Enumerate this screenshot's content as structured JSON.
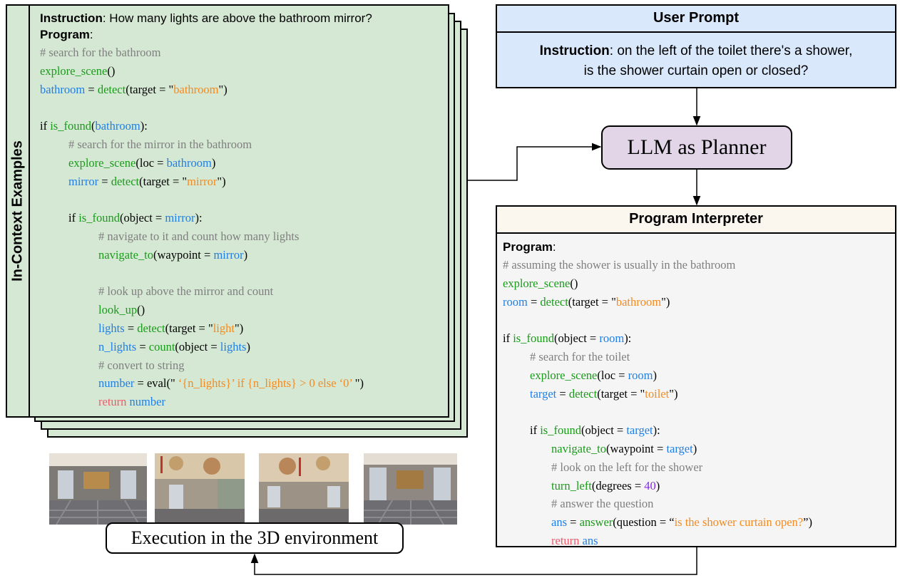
{
  "user_prompt": {
    "title": "User Prompt",
    "instruction_label": "Instruction",
    "instruction_text_line1": ": on the left of the toilet there's a shower,",
    "instruction_text_line2": "is the shower curtain open or closed?"
  },
  "planner": {
    "label": "LLM as Planner"
  },
  "in_context": {
    "side_label": "In-Context Examples",
    "instruction_label": "Instruction",
    "instruction_text": ": How many lights are above the bathroom mirror?",
    "program_label": "Program",
    "program_colon": ":",
    "lines": [
      {
        "segs": [
          [
            "c-cm",
            "# search for the bathroom"
          ]
        ]
      },
      {
        "segs": [
          [
            "c-fn",
            "explore_scene"
          ],
          [
            "c-blk",
            "()"
          ]
        ]
      },
      {
        "segs": [
          [
            "c-var",
            "bathroom"
          ],
          [
            "c-blk",
            " = "
          ],
          [
            "c-fn",
            "detect"
          ],
          [
            "c-blk",
            "(target = \""
          ],
          [
            "c-str",
            "bathroom"
          ],
          [
            "c-blk",
            "\")"
          ]
        ]
      },
      {
        "segs": []
      },
      {
        "segs": [
          [
            "c-blk",
            "if "
          ],
          [
            "c-fn",
            "is_found"
          ],
          [
            "c-blk",
            "("
          ],
          [
            "c-var",
            "bathroom"
          ],
          [
            "c-blk",
            "):"
          ]
        ]
      },
      {
        "segs": [
          [
            "c-cm",
            "# search for the mirror in the bathroom"
          ]
        ]
      },
      {
        "segs": [
          [
            "c-fn",
            "explore_scene"
          ],
          [
            "c-blk",
            "(loc = "
          ],
          [
            "c-var",
            "bathroom"
          ],
          [
            "c-blk",
            ")"
          ]
        ]
      },
      {
        "segs": [
          [
            "c-var",
            "mirror"
          ],
          [
            "c-blk",
            " = "
          ],
          [
            "c-fn",
            "detect"
          ],
          [
            "c-blk",
            "(target = \""
          ],
          [
            "c-str",
            "mirror"
          ],
          [
            "c-blk",
            "\")"
          ]
        ]
      },
      {
        "segs": []
      },
      {
        "segs": [
          [
            "c-blk",
            "if "
          ],
          [
            "c-fn",
            "is_found"
          ],
          [
            "c-blk",
            "(object = "
          ],
          [
            "c-var",
            "mirror"
          ],
          [
            "c-blk",
            "):"
          ]
        ]
      },
      {
        "segs": [
          [
            "c-cm",
            "# navigate to it and count how many lights"
          ]
        ]
      },
      {
        "segs": [
          [
            "c-fn",
            "navigate_to"
          ],
          [
            "c-blk",
            "(waypoint = "
          ],
          [
            "c-var",
            "mirror"
          ],
          [
            "c-blk",
            ")"
          ]
        ]
      },
      {
        "segs": []
      },
      {
        "segs": [
          [
            "c-cm",
            "# look up above the mirror and count"
          ]
        ]
      },
      {
        "segs": [
          [
            "c-fn",
            "look_up"
          ],
          [
            "c-blk",
            "()"
          ]
        ]
      },
      {
        "segs": [
          [
            "c-var",
            "lights"
          ],
          [
            "c-blk",
            " = "
          ],
          [
            "c-fn",
            "detect"
          ],
          [
            "c-blk",
            "(target = \""
          ],
          [
            "c-str",
            "light"
          ],
          [
            "c-blk",
            "\")"
          ]
        ]
      },
      {
        "segs": [
          [
            "c-var",
            "n_lights"
          ],
          [
            "c-blk",
            " = "
          ],
          [
            "c-fn",
            "count"
          ],
          [
            "c-blk",
            "(object = "
          ],
          [
            "c-var",
            "lights"
          ],
          [
            "c-blk",
            ")"
          ]
        ]
      },
      {
        "segs": [
          [
            "c-cm",
            "# convert to string"
          ]
        ]
      },
      {
        "segs": [
          [
            "c-var",
            "number"
          ],
          [
            "c-blk",
            " = eval(\" "
          ],
          [
            "c-str",
            "‘{n_lights}’ if {n_lights} > 0 else ‘0’ "
          ],
          [
            "c-blk",
            "\")"
          ]
        ]
      },
      {
        "segs": [
          [
            "c-ret",
            "return "
          ],
          [
            "c-var",
            "number"
          ]
        ]
      }
    ]
  },
  "interpreter": {
    "title": "Program Interpreter",
    "program_label": "Program",
    "program_colon": ":",
    "lines": [
      {
        "segs": [
          [
            "c-cm",
            "# assuming the shower is usually in the bathroom"
          ]
        ]
      },
      {
        "segs": [
          [
            "c-fn",
            "explore_scene"
          ],
          [
            "c-blk",
            "()"
          ]
        ]
      },
      {
        "segs": [
          [
            "c-var",
            "room"
          ],
          [
            "c-blk",
            " = "
          ],
          [
            "c-fn",
            "detect"
          ],
          [
            "c-blk",
            "(target = \""
          ],
          [
            "c-str",
            "bathroom"
          ],
          [
            "c-blk",
            "\")"
          ]
        ]
      },
      {
        "segs": []
      },
      {
        "segs": [
          [
            "c-blk",
            "if "
          ],
          [
            "c-fn",
            "is_found"
          ],
          [
            "c-blk",
            "(object = "
          ],
          [
            "c-var",
            "room"
          ],
          [
            "c-blk",
            "):"
          ]
        ]
      },
      {
        "segs": [
          [
            "c-cm",
            "# search for the toilet"
          ]
        ]
      },
      {
        "segs": [
          [
            "c-fn",
            "explore_scene"
          ],
          [
            "c-blk",
            "(loc = "
          ],
          [
            "c-var",
            "room"
          ],
          [
            "c-blk",
            ")"
          ]
        ]
      },
      {
        "segs": [
          [
            "c-var",
            "target"
          ],
          [
            "c-blk",
            " = "
          ],
          [
            "c-fn",
            "detect"
          ],
          [
            "c-blk",
            "(target = \""
          ],
          [
            "c-str",
            "toilet"
          ],
          [
            "c-blk",
            "\")"
          ]
        ]
      },
      {
        "segs": []
      },
      {
        "segs": [
          [
            "c-blk",
            "if "
          ],
          [
            "c-fn",
            "is_found"
          ],
          [
            "c-blk",
            "(object = "
          ],
          [
            "c-var",
            "target"
          ],
          [
            "c-blk",
            "):"
          ]
        ]
      },
      {
        "segs": [
          [
            "c-fn",
            "navigate_to"
          ],
          [
            "c-blk",
            "(waypoint = "
          ],
          [
            "c-var",
            "target"
          ],
          [
            "c-blk",
            ")"
          ]
        ]
      },
      {
        "segs": [
          [
            "c-cm",
            "# look on the left for the shower"
          ]
        ]
      },
      {
        "segs": [
          [
            "c-fn",
            "turn_left"
          ],
          [
            "c-blk",
            "(degrees = "
          ],
          [
            "c-num",
            "40"
          ],
          [
            "c-blk",
            ")"
          ]
        ]
      },
      {
        "segs": [
          [
            "c-cm",
            "# answer the question"
          ]
        ]
      },
      {
        "segs": [
          [
            "c-var",
            "ans"
          ],
          [
            "c-blk",
            "  = "
          ],
          [
            "c-fn",
            "answer"
          ],
          [
            "c-blk",
            "(question = “"
          ],
          [
            "c-str",
            "is the shower curtain open?"
          ],
          [
            "c-blk",
            "”)"
          ]
        ]
      },
      {
        "segs": [
          [
            "c-ret",
            "return "
          ],
          [
            "c-var",
            "ans"
          ]
        ]
      }
    ]
  },
  "execution": {
    "label": "Execution in the 3D environment"
  }
}
